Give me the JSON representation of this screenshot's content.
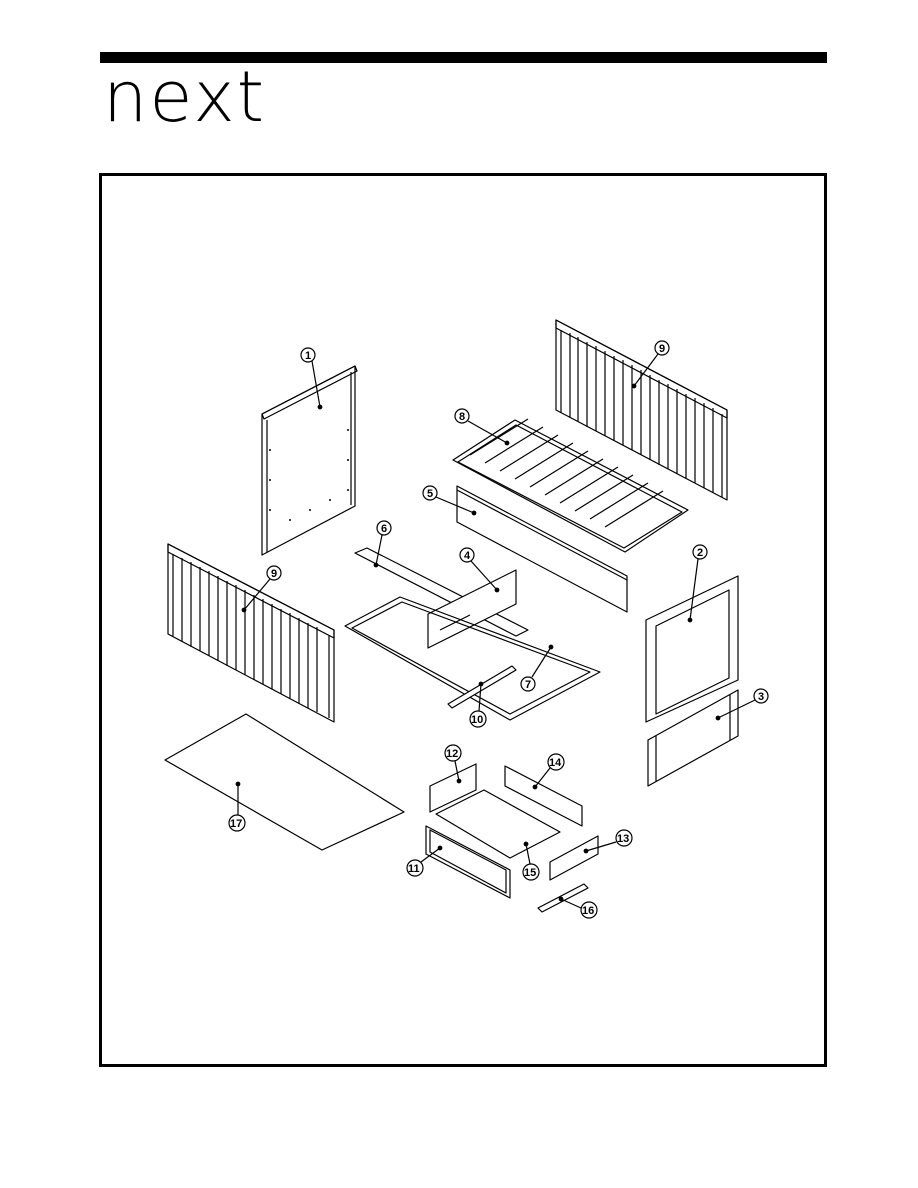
{
  "header": {
    "brand": "next",
    "rule_color": "#000000"
  },
  "diagram": {
    "type": "exploded-assembly",
    "callouts": [
      "1",
      "2",
      "3",
      "4",
      "5",
      "6",
      "7",
      "8",
      "9",
      "9",
      "10",
      "11",
      "12",
      "13",
      "14",
      "15",
      "16",
      "17"
    ]
  }
}
